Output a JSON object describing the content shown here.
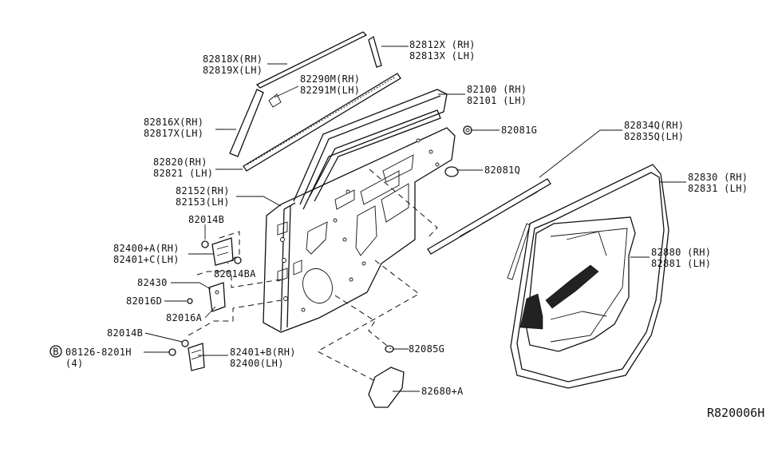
{
  "labels": {
    "l_82812": [
      "82812X (RH)",
      "82813X (LH)"
    ],
    "l_82818": [
      "82818X(RH)",
      "82819X(LH)"
    ],
    "l_82290": [
      "82290M(RH)",
      "82291M(LH)"
    ],
    "l_82100": [
      "82100 (RH)",
      "82101 (LH)"
    ],
    "l_82816": [
      "82816X(RH)",
      "82817X(LH)"
    ],
    "l_82081g": [
      "82081G"
    ],
    "l_82834": [
      "82834Q(RH)",
      "82835Q(LH)"
    ],
    "l_82820": [
      "82820(RH)",
      "82821 (LH)"
    ],
    "l_82081q": [
      "82081Q"
    ],
    "l_82830": [
      "82830 (RH)",
      "82831 (LH)"
    ],
    "l_82152": [
      "82152(RH)",
      "82153(LH)"
    ],
    "l_82014b_top": [
      "82014B"
    ],
    "l_82400a": [
      "82400+A(RH)",
      "82401+C(LH)"
    ],
    "l_82880": [
      "82880 (RH)",
      "82881 (LH)"
    ],
    "l_82014ba": [
      "82014BA"
    ],
    "l_82430": [
      "82430"
    ],
    "l_82016d": [
      "82016D"
    ],
    "l_82016a": [
      "82016A"
    ],
    "l_82014b_bot": [
      "82014B"
    ],
    "l_bolt": [
      "08126-8201H",
      "(4)"
    ],
    "l_82401b": [
      "82401+B(RH)",
      "82400(LH)"
    ],
    "l_82085g": [
      "82085G"
    ],
    "l_82680": [
      "82680+A"
    ]
  },
  "circle_marker": "B",
  "diagram_code": "R820006H"
}
